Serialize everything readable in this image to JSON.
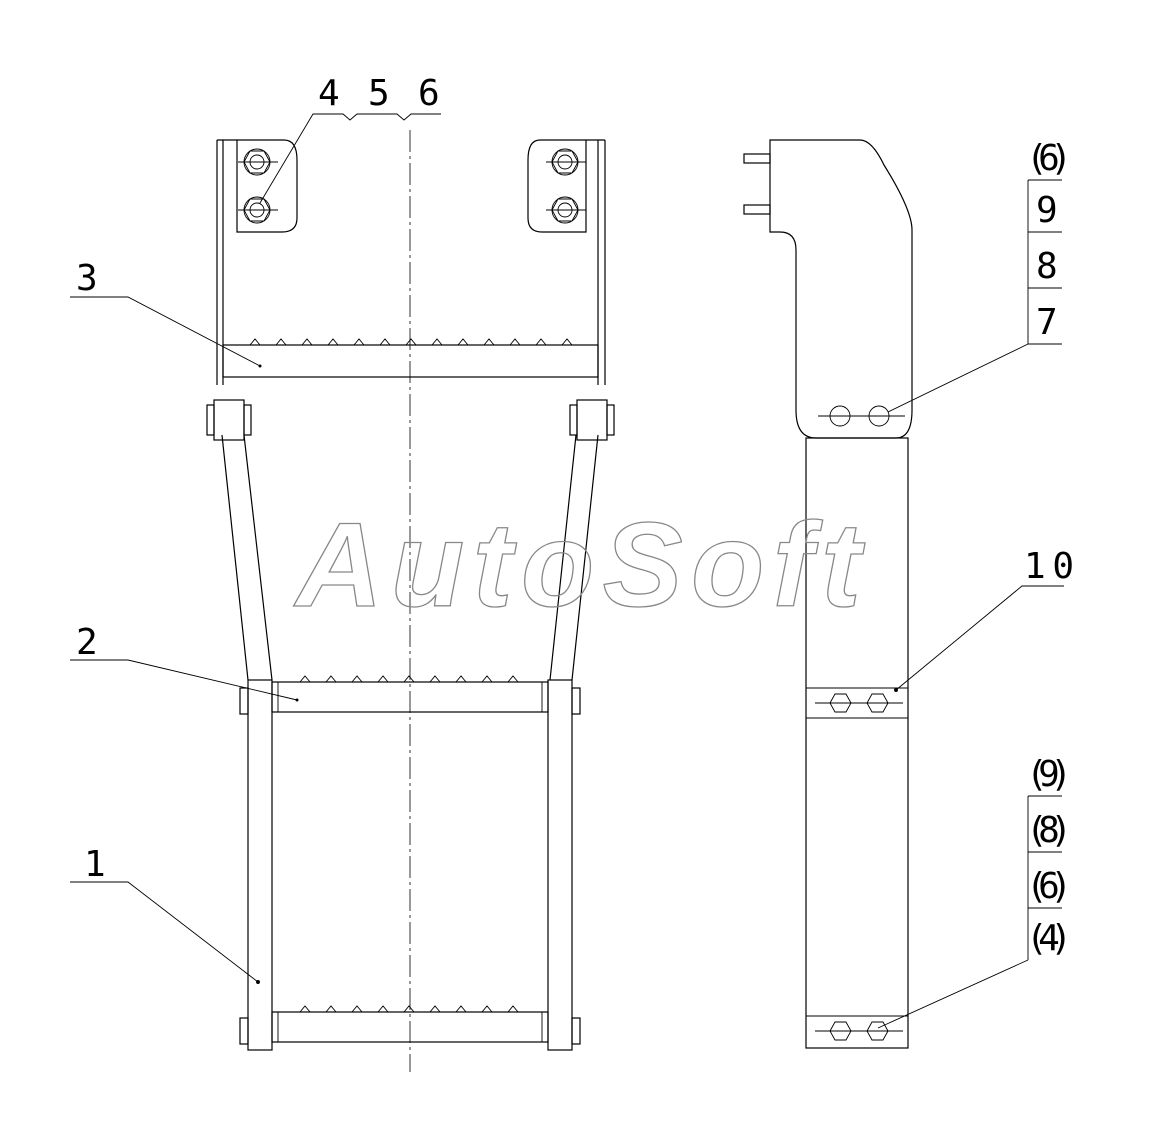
{
  "watermark": "AutoSoft",
  "callouts": {
    "c1": "1",
    "c2": "2",
    "c3": "3",
    "c4": "4",
    "c5": "5",
    "c6": "6",
    "c10": "10"
  },
  "callout_stack_upper": [
    "(6)",
    "9",
    "8",
    "7"
  ],
  "callout_stack_lower": [
    "(9)",
    "(8)",
    "(6)",
    "(4)"
  ]
}
